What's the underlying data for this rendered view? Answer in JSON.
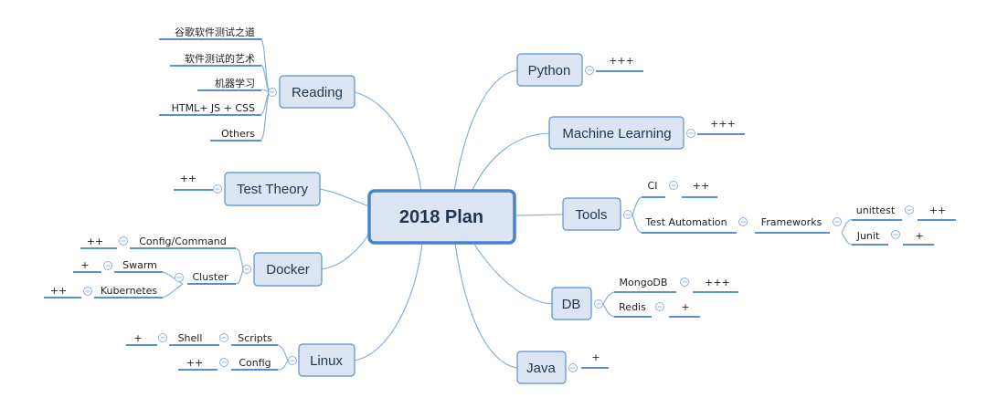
{
  "central": {
    "label": "2018 Plan"
  },
  "reading": {
    "label": "Reading",
    "items": [
      "谷歌软件测试之道",
      "软件测试的艺术",
      "机器学习",
      "HTML+ JS + CSS",
      "Others"
    ]
  },
  "test_theory": {
    "label": "Test Theory",
    "rating": "++"
  },
  "docker": {
    "label": "Docker",
    "config": {
      "label": "Config/Command",
      "rating": "++"
    },
    "cluster": {
      "label": "Cluster",
      "swarm": {
        "label": "Swarm",
        "rating": "+"
      },
      "kubernetes": {
        "label": "Kubernetes",
        "rating": "++"
      }
    }
  },
  "linux": {
    "label": "Linux",
    "scripts": {
      "label": "Scripts",
      "shell": {
        "label": "Shell",
        "rating": "+"
      }
    },
    "config": {
      "label": "Config",
      "rating": "++"
    }
  },
  "python": {
    "label": "Python",
    "rating": "+++"
  },
  "machine_learning": {
    "label": "Machine Learning",
    "rating": "+++"
  },
  "tools": {
    "label": "Tools",
    "ci": {
      "label": "CI",
      "rating": "++"
    },
    "test_automation": {
      "label": "Test Automation",
      "frameworks": {
        "label": "Frameworks",
        "unittest": {
          "label": "unittest",
          "rating": "++"
        },
        "junit": {
          "label": "Junit",
          "rating": "+"
        }
      }
    }
  },
  "db": {
    "label": "DB",
    "mongodb": {
      "label": "MongoDB",
      "rating": "+++"
    },
    "redis": {
      "label": "Redis",
      "rating": "+"
    }
  },
  "java": {
    "label": "Java",
    "rating": "+"
  }
}
